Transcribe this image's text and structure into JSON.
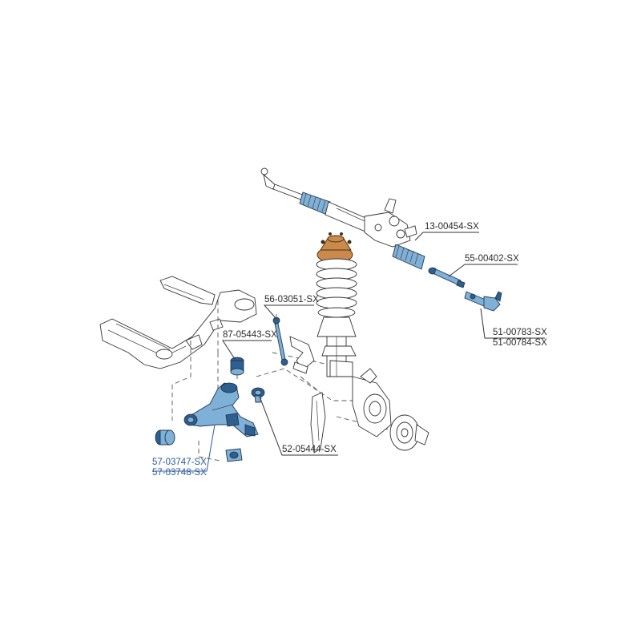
{
  "labels": {
    "rack": "13-00454-SX",
    "inner_tie_rod": "55-00402-SX",
    "outer_tie_rod_1": "51-00783-SX",
    "outer_tie_rod_2": "51-00784-SX",
    "stab_link": "56-03051-SX",
    "bushing": "87-05443-SX",
    "control_arm_1": "57-03747-SX",
    "control_arm_2": "57-03748-SX",
    "ball_joint": "52-05444-SX"
  },
  "colors": {
    "highlight_blue": "#7fb0d8",
    "dark_blue": "#2e5f8f",
    "strut_mount": "#c98a4c",
    "callout_highlight": "#2c5aa0"
  }
}
